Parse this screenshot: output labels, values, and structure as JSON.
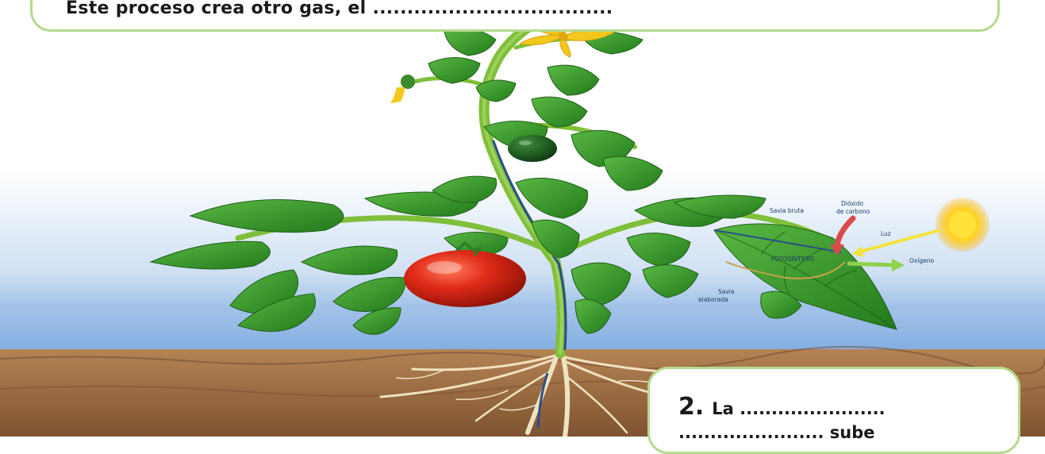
{
  "callout_top": {
    "text": "Este proceso crea otro gas, el ..................................."
  },
  "callout_bottom": {
    "number": "2.",
    "line1_text": "La .......................",
    "line2_text": "....................... sube"
  },
  "diagram_labels": {
    "savia_bruta": "Savia bruta",
    "dioxido_line1": "Dióxido",
    "dioxido_line2": "de carbono",
    "luz": "Luz",
    "fotosintesis": "FOTOSÍNTESIS",
    "oxigeno": "Oxígeno",
    "savia_elaborada_line1": "Savia",
    "savia_elaborada_line2": "elaborada"
  },
  "colors": {
    "callout_border": "#b5d98e",
    "sky_blue": "#5d95d6",
    "soil_brown": "#9c6b3f",
    "leaf_green": "#3a9a2c",
    "tomato_red": "#d8271a",
    "sun_yellow": "#ffd21e",
    "arrow_red": "#d94a4a",
    "arrow_yellow": "#f3e23a",
    "arrow_green": "#8fd14a"
  },
  "icons": [
    "sun-icon",
    "tomato-fruit",
    "green-tomato",
    "flower-icon",
    "roots"
  ]
}
